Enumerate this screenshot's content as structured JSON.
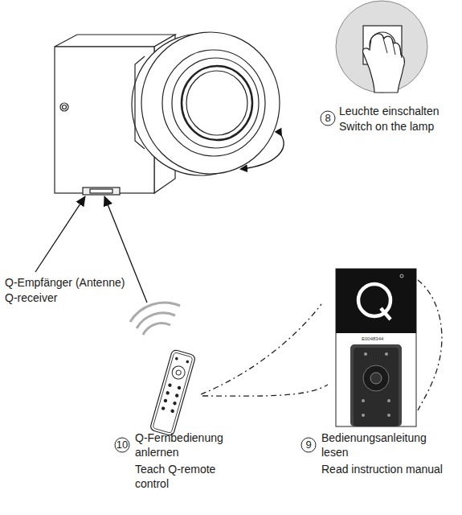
{
  "diagram": {
    "nodes": [
      {
        "text": [
          "8"
        ]
      },
      {
        "text": [
          "10"
        ]
      },
      {
        "text": [
          "9"
        ]
      }
    ],
    "labels": [
      "Leuchte einschalten",
      "Switch on the lamp",
      "Q-Empfänger (Antenne)",
      "Q-receiver",
      "E0048344",
      "Q-Fernbedienung anlernen",
      "Teach Q-remote control",
      "Bedienungsanleitung lesen",
      "Read instruction manual"
    ]
  }
}
